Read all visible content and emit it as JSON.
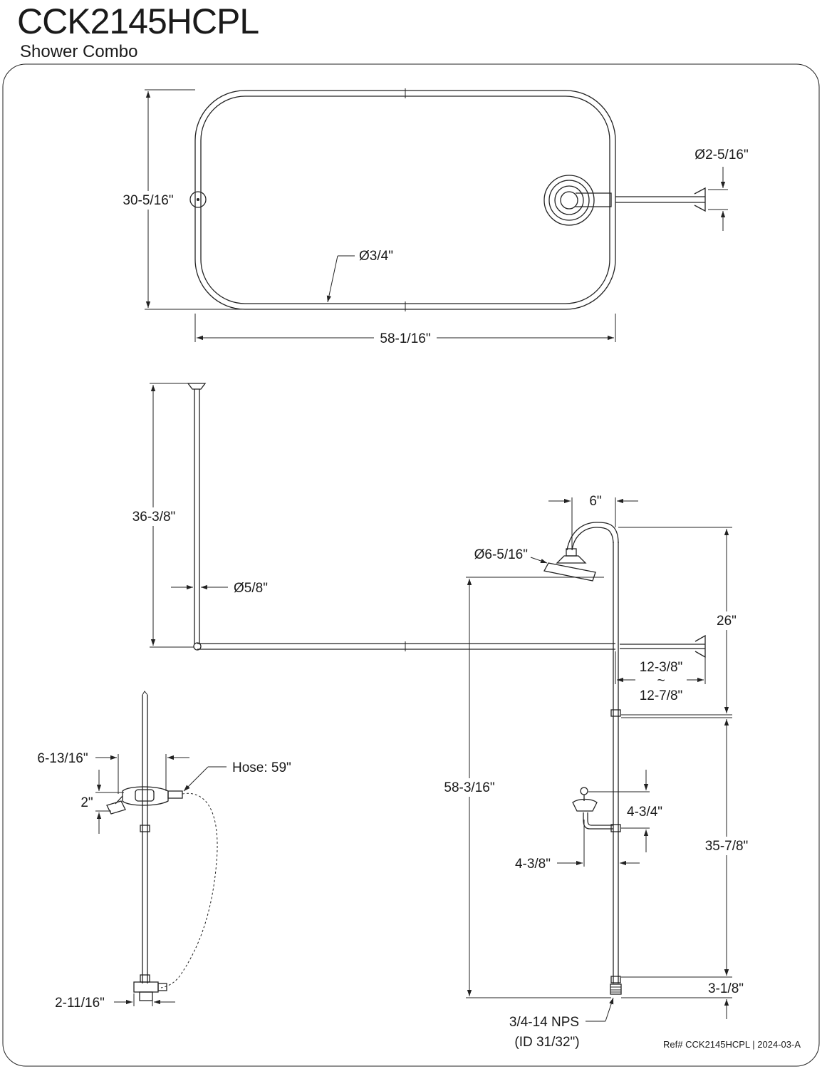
{
  "header": {
    "model": "CCK2145HCPL",
    "product": "Shower Combo"
  },
  "footer": {
    "ref": "Ref# CCK2145HCPL | 2024-03-A"
  },
  "top_view": {
    "depth": "30-5/16\"",
    "width": "58-1/16\"",
    "flange_dia": "Ø2-5/16\"",
    "rod_dia": "Ø3/4\""
  },
  "side_view": {
    "ceiling_support_height": "36-3/8\"",
    "support_rod_dia": "Ø5/8\"",
    "head_offset": "6\"",
    "head_dia": "Ø6-5/16\"",
    "upper_riser": "26\"",
    "wall_arm_min": "12-3/8\"",
    "wall_arm_range": "~",
    "wall_arm_max": "12-7/8\"",
    "overall_height": "58-3/16\"",
    "valve_height": "4-3/4\"",
    "valve_projection": "4-3/8\"",
    "lower_riser": "35-7/8\"",
    "bottom_offset": "3-1/8\"",
    "inlet_thread": "3/4-14 NPS",
    "inlet_id": "(ID 31/32\")"
  },
  "hand_shower": {
    "width": "6-13/16\"",
    "hose": "Hose: 59\"",
    "height": "2\"",
    "diverter": "2-11/16\""
  }
}
